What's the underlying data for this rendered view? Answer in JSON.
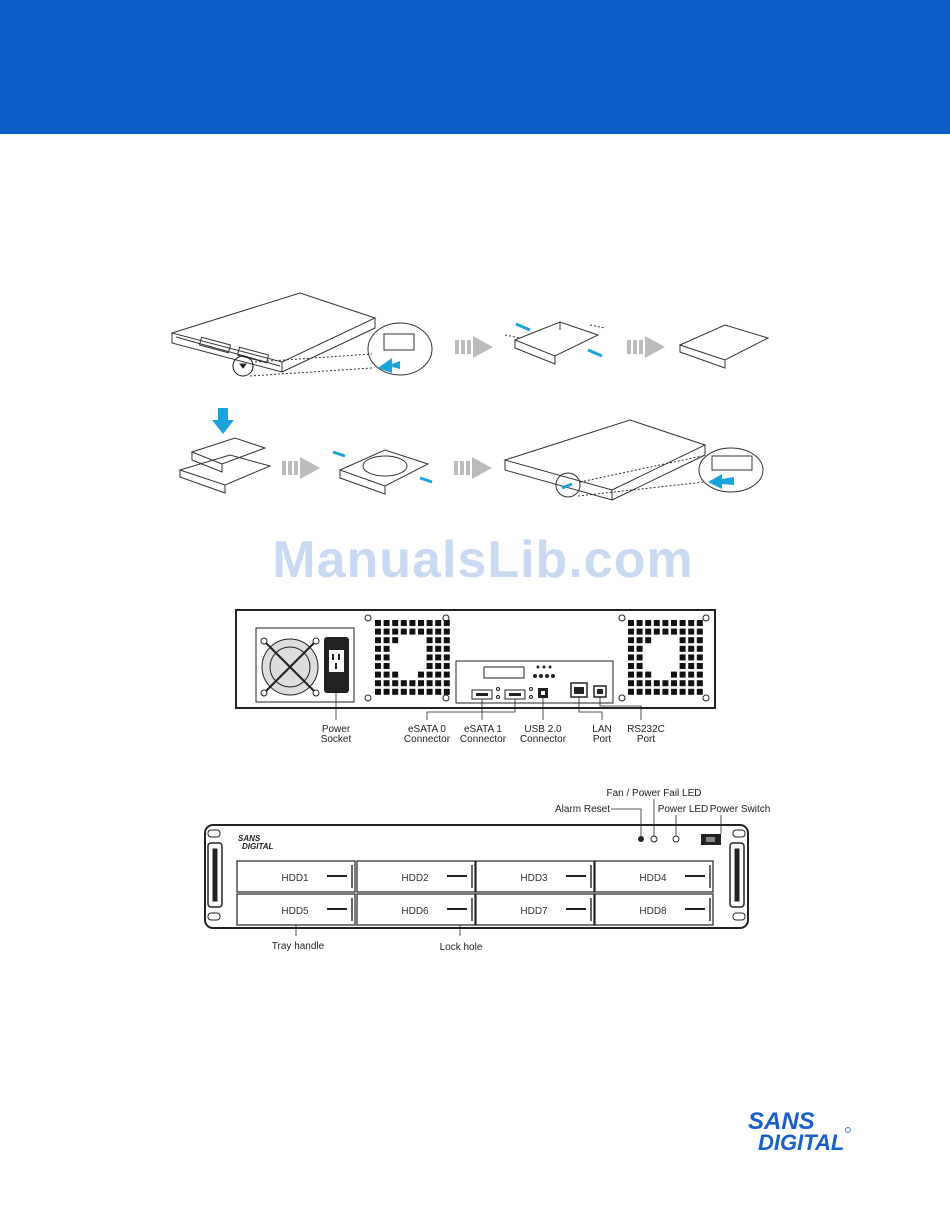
{
  "watermark": "ManualsLib.com",
  "brand": {
    "top": "SANS",
    "bottom": "DIGITAL"
  },
  "rear_panel": {
    "labels": [
      {
        "line1": "Power",
        "line2": "Socket"
      },
      {
        "line1": "eSATA 0",
        "line2": "Connector"
      },
      {
        "line1": "eSATA 1",
        "line2": "Connector"
      },
      {
        "line1": "USB 2.0",
        "line2": "Connector"
      },
      {
        "line1": "LAN",
        "line2": "Port"
      },
      {
        "line1": "RS232C",
        "line2": "Port"
      }
    ]
  },
  "front_panel": {
    "callouts": {
      "alarm_reset": "Alarm Reset",
      "fan_power_fail_led": "Fan / Power Fail LED",
      "power_led": "Power LED",
      "power_switch": "Power Switch",
      "tray_handle": "Tray handle",
      "lock_hole": "Lock hole"
    },
    "bays": [
      "HDD1",
      "HDD2",
      "HDD3",
      "HDD4",
      "HDD5",
      "HDD6",
      "HDD7",
      "HDD8"
    ]
  },
  "colors": {
    "header": "#0a5ec6",
    "brand": "#1a5fc8",
    "watermark": "#c9daf2",
    "accent_arrow": "#1aa3dc"
  }
}
